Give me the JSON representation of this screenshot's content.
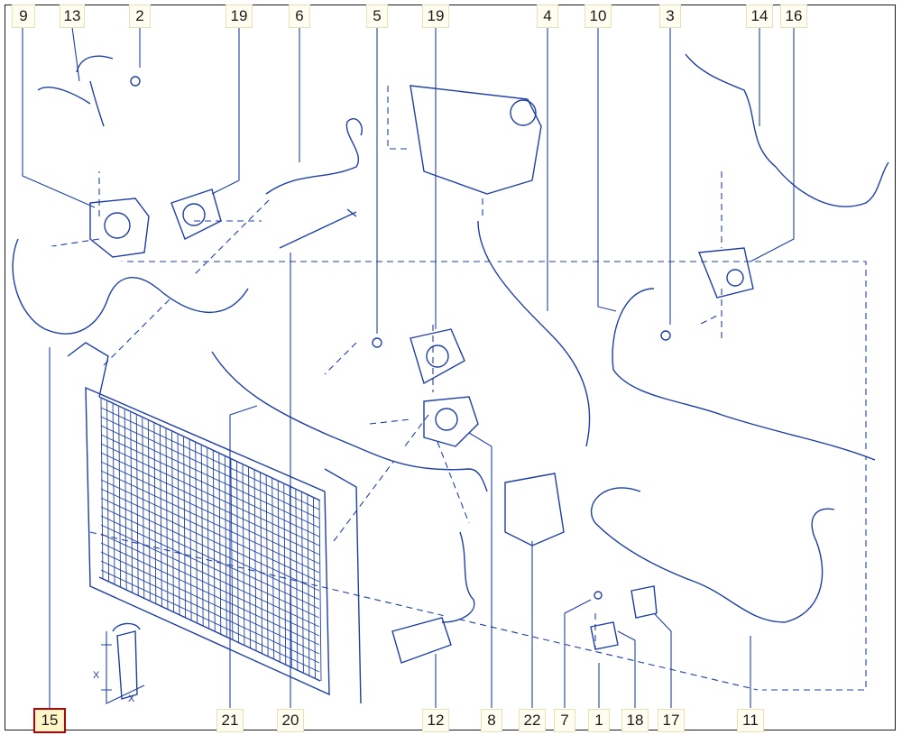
{
  "diagram": {
    "type": "exploded-parts-diagram",
    "colors": {
      "line": "#1f3fa8",
      "callout_bg": "#fffdf0",
      "highlight": "#c00000"
    },
    "callouts_top": [
      "9",
      "13",
      "2",
      "19",
      "6",
      "5",
      "19",
      "4",
      "10",
      "3",
      "14",
      "16"
    ],
    "callouts_bottom": [
      "15",
      "21",
      "20",
      "12",
      "8",
      "22",
      "7",
      "1",
      "18",
      "17",
      "11"
    ],
    "highlighted_callout": "15",
    "axis_marks": {
      "x": "X",
      "y": "X"
    }
  }
}
